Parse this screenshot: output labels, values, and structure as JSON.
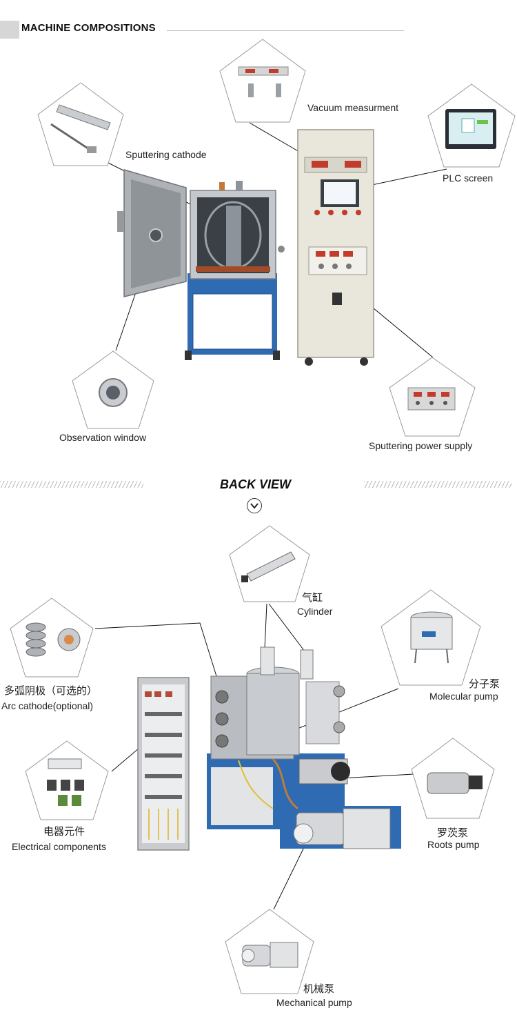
{
  "header": {
    "title": "MACHINE COMPOSITIONS"
  },
  "front_view": {
    "labels": {
      "vacuum": "Vacuum measurment",
      "sputtering_cathode": "Sputtering cathode",
      "plc": "PLC screen",
      "observation": "Observation window",
      "power_supply": "Sputtering power supply"
    }
  },
  "back_view": {
    "title": "BACK VIEW",
    "labels": {
      "cylinder_cn": "气缸",
      "cylinder_en": "Cylinder",
      "arc_cn": "多弧阴极（可选的）",
      "arc_en": "Arc cathode(optional)",
      "molecular_cn": "分子泵",
      "molecular_en": "Molecular pump",
      "electrical_cn": "电器元件",
      "electrical_en": "Electrical components",
      "roots_cn": "罗茨泵",
      "roots_en": "Roots pump",
      "mechanical_cn": "机械泵",
      "mechanical_en": "Mechanical pump"
    }
  },
  "icons": [
    "chevron-down-icon",
    "kyky-brand-label"
  ],
  "colors": {
    "frame_blue": "#2f6bb3",
    "cabinet_beige": "#e9e6dc",
    "chamber_steel": "#b9bdc2",
    "pentagon_stroke": "#9a9a9a"
  }
}
